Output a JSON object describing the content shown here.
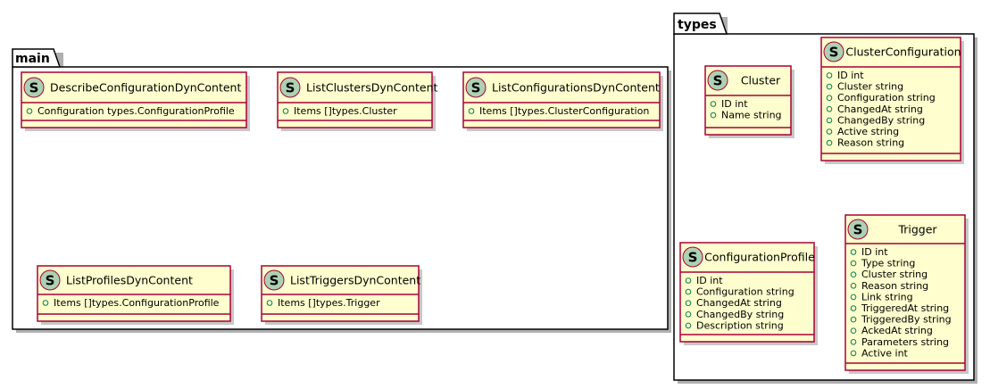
{
  "packages": {
    "main": {
      "name": "main"
    },
    "types": {
      "name": "types"
    }
  },
  "classes": {
    "describe": {
      "stereotype": "S",
      "name": "DescribeConfigurationDynContent",
      "fields": [
        "Configuration types.ConfigurationProfile"
      ]
    },
    "listClusters": {
      "stereotype": "S",
      "name": "ListClustersDynContent",
      "fields": [
        "Items []types.Cluster"
      ]
    },
    "listConfigurations": {
      "stereotype": "S",
      "name": "ListConfigurationsDynContent",
      "fields": [
        "Items []types.ClusterConfiguration"
      ]
    },
    "listProfiles": {
      "stereotype": "S",
      "name": "ListProfilesDynContent",
      "fields": [
        "Items []types.ConfigurationProfile"
      ]
    },
    "listTriggers": {
      "stereotype": "S",
      "name": "ListTriggersDynContent",
      "fields": [
        "Items []types.Trigger"
      ]
    },
    "cluster": {
      "stereotype": "S",
      "name": "Cluster",
      "fields": [
        "ID int",
        "Name string"
      ]
    },
    "clusterConfiguration": {
      "stereotype": "S",
      "name": "ClusterConfiguration",
      "fields": [
        "ID int",
        "Cluster string",
        "Configuration string",
        "ChangedAt string",
        "ChangedBy string",
        "Active string",
        "Reason string"
      ]
    },
    "configurationProfile": {
      "stereotype": "S",
      "name": "ConfigurationProfile",
      "fields": [
        "ID int",
        "Configuration string",
        "ChangedAt string",
        "ChangedBy string",
        "Description string"
      ]
    },
    "trigger": {
      "stereotype": "S",
      "name": "Trigger",
      "fields": [
        "ID int",
        "Type string",
        "Cluster string",
        "Reason string",
        "Link string",
        "TriggeredAt string",
        "TriggeredBy string",
        "AckedAt string",
        "Parameters string",
        "Active int"
      ]
    }
  },
  "colors": {
    "class_fill": "#fefece",
    "class_border": "#a80036",
    "stereotype_badge": "#add1b2",
    "visibility_marker": "#038048"
  }
}
